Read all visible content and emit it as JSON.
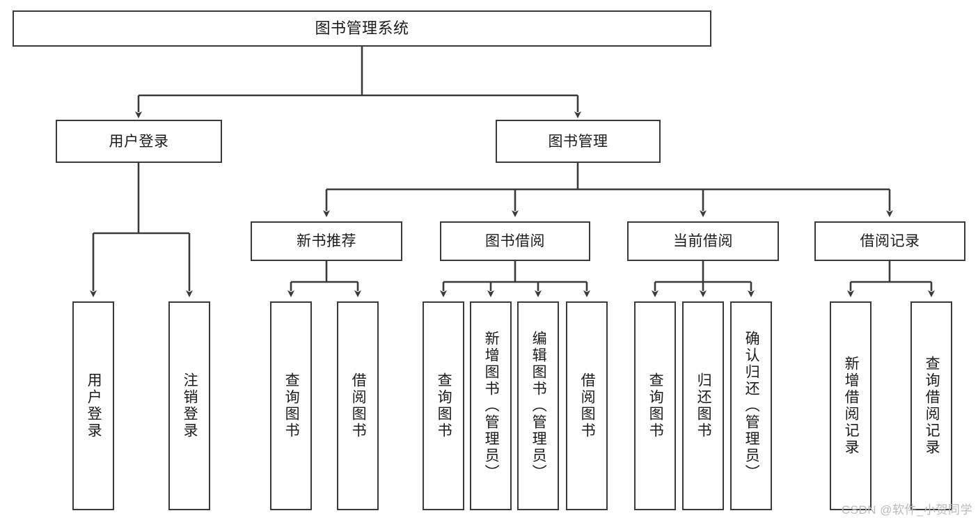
{
  "diagram": {
    "type": "tree",
    "title": "图书管理系统",
    "orientation": "top-down",
    "levels": 4,
    "nodes": {
      "root": {
        "label": "图书管理系统"
      },
      "l2": [
        {
          "id": "user-login",
          "label": "用户登录"
        },
        {
          "id": "book-manage",
          "label": "图书管理"
        }
      ],
      "l3": [
        {
          "id": "new-book-rec",
          "label": "新书推荐",
          "parent": "book-manage"
        },
        {
          "id": "book-borrow",
          "label": "图书借阅",
          "parent": "book-manage"
        },
        {
          "id": "current-borrow",
          "label": "当前借阅",
          "parent": "book-manage"
        },
        {
          "id": "borrow-record",
          "label": "借阅记录",
          "parent": "book-manage"
        }
      ],
      "leaves": [
        {
          "id": "leaf-user-login",
          "label": "用户登录",
          "parent": "user-login"
        },
        {
          "id": "leaf-user-logout",
          "label": "注销登录",
          "parent": "user-login"
        },
        {
          "id": "leaf-query-book-1",
          "label": "查询图书",
          "parent": "new-book-rec"
        },
        {
          "id": "leaf-borrow-book-1",
          "label": "借阅图书",
          "parent": "new-book-rec"
        },
        {
          "id": "leaf-query-book-2",
          "label": "查询图书",
          "parent": "book-borrow"
        },
        {
          "id": "leaf-add-book",
          "label": "新增图书（管理员）",
          "parent": "book-borrow"
        },
        {
          "id": "leaf-edit-book",
          "label": "编辑图书（管理员）",
          "parent": "book-borrow"
        },
        {
          "id": "leaf-borrow-book-2",
          "label": "借阅图书",
          "parent": "book-borrow"
        },
        {
          "id": "leaf-query-book-3",
          "label": "查询图书",
          "parent": "current-borrow"
        },
        {
          "id": "leaf-return-book",
          "label": "归还图书",
          "parent": "current-borrow"
        },
        {
          "id": "leaf-confirm-return",
          "label": "确认归还（管理员）",
          "parent": "current-borrow"
        },
        {
          "id": "leaf-add-record",
          "label": "新增借阅记录",
          "parent": "borrow-record"
        },
        {
          "id": "leaf-query-record",
          "label": "查询借阅记录",
          "parent": "borrow-record"
        }
      ]
    },
    "colors": {
      "stroke": "#3a3a3a",
      "fill": "#ffffff",
      "text": "#1b1b1b",
      "watermark": "#b9b9b9"
    }
  },
  "watermark": {
    "text": "CSDN @软件_小贺同学"
  }
}
